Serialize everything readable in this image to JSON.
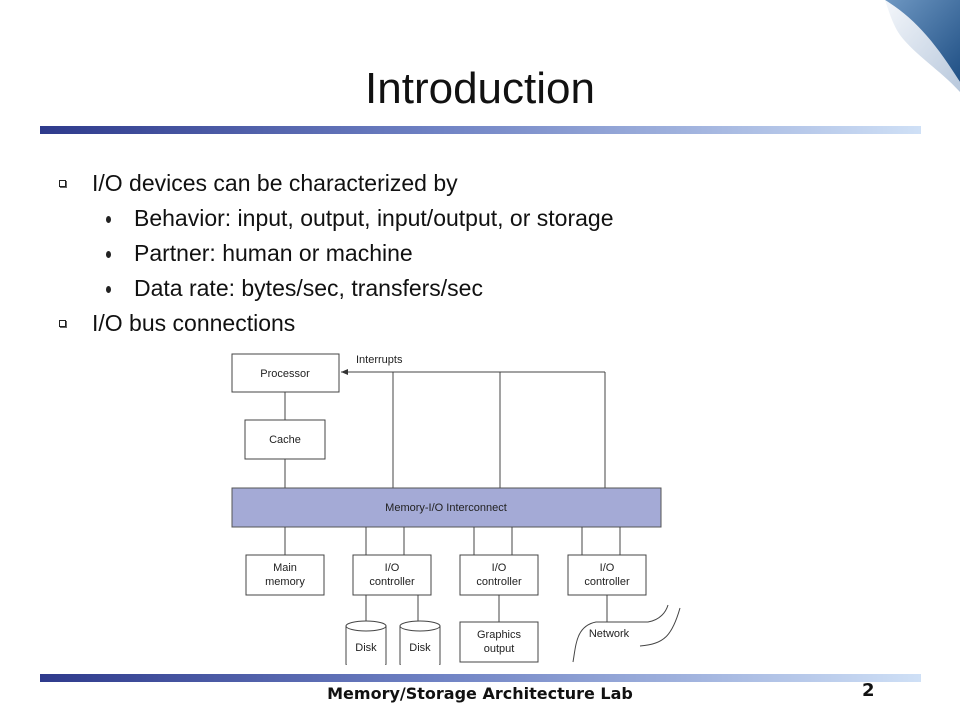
{
  "slide": {
    "title": "Introduction",
    "bullets": [
      {
        "level": 1,
        "text": "I/O devices can be characterized by"
      },
      {
        "level": 2,
        "text": "Behavior: input, output, input/output, or storage"
      },
      {
        "level": 2,
        "text": "Partner: human or machine"
      },
      {
        "level": 2,
        "text": "Data rate: bytes/sec, transfers/sec"
      },
      {
        "level": 1,
        "text": "I/O bus connections"
      }
    ],
    "footer": "Memory/Storage Architecture Lab",
    "page_number": "2"
  },
  "diagram": {
    "interrupts_label": "Interrupts",
    "processor": "Processor",
    "cache": "Cache",
    "interconnect": "Memory-I/O Interconnect",
    "main_memory": [
      "Main",
      "memory"
    ],
    "io_controller": [
      "I/O",
      "controller"
    ],
    "disk": "Disk",
    "graphics_output": [
      "Graphics",
      "output"
    ],
    "network": "Network"
  },
  "colors": {
    "interconnect_fill": "#a4aad6",
    "rule_dark": "#2e3a8c",
    "rule_light": "#c9d8f2",
    "corner_blue": "#2d5f93"
  }
}
